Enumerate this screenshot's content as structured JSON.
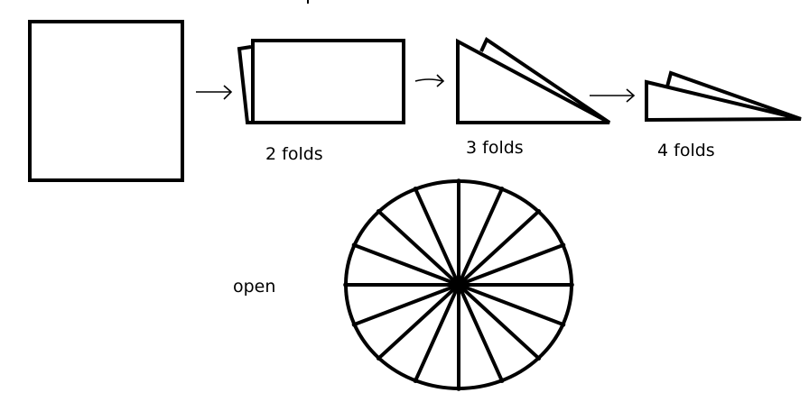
{
  "title": "",
  "steps": [
    {
      "id": "step-0",
      "label": ""
    },
    {
      "id": "step-2",
      "label": "2 folds"
    },
    {
      "id": "step-3",
      "label": "3 folds"
    },
    {
      "id": "step-4",
      "label": "4 folds"
    }
  ],
  "open_label": "open",
  "open_crease_count": 16,
  "colors": {
    "stroke": "#000000",
    "background": "#ffffff"
  },
  "icons": [
    "right-arrow-icon"
  ]
}
